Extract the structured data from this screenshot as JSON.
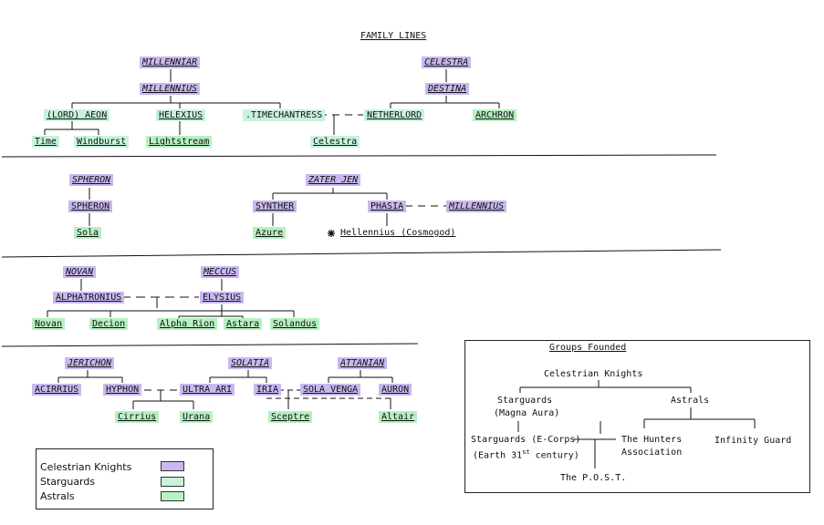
{
  "title": "FAMILY LINES",
  "colors": {
    "knight": "#c9b8f0",
    "starguard": "#c7f3dc",
    "astral": "#b7f0c2"
  },
  "section1": {
    "millenniar": "MILLENNIAR",
    "millennius": "MILLENNIUS",
    "aeon": "(LORD) AEON",
    "helexius": "HELEXIUS",
    "timechantress": ".TIMECHANTRESS",
    "time": "Time",
    "windburst": "Windburst",
    "lightstream": "Lightstream",
    "celestra_top": "CELESTRA",
    "destina": "DESTINA",
    "netherlord": "NETHERLORD",
    "archron": "ARCHRON",
    "celestra": "Celestra"
  },
  "section2": {
    "spheron_top": "SPHERON",
    "spheron": "SPHERON",
    "sola": "Sola",
    "zater_jen": "ZATER JEN",
    "synther": "SYNTHER",
    "phasia": "PHASIA",
    "millennius": "MILLENNIUS",
    "azure": "Azure",
    "hellennius": "Hellennius (Cosmogod)"
  },
  "section3": {
    "novan_top": "NOVAN",
    "alphatronius": "ALPHATRONIUS",
    "meccus": "MECCUS",
    "elysius": "ELYSIUS",
    "novan": "Novan",
    "decion": "Decion",
    "alpha_rion": "Alpha Rion",
    "astara": "Astara",
    "solandus": "Solandus"
  },
  "section4": {
    "jerichon": "JERICHON",
    "acirrius": "ACIRRIUS",
    "hyphon": "HYPHON",
    "ultra_ari": "ULTRA  ARI",
    "cirrius": "Cirrius",
    "urana": "Urana",
    "solatia": "SOLATIA",
    "iria": "IRIA",
    "attanian": "ATTANIAN",
    "sola_venga": "SOLA VENGA",
    "auron": "AURON",
    "sceptre": "Sceptre",
    "altair": "Altair"
  },
  "groups": {
    "title": "Groups Founded",
    "celestrian_knights": "Celestrian Knights",
    "starguards": "Starguards",
    "magna_aura": "(Magna Aura)",
    "astrals": "Astrals",
    "starguards_ecorps": "Starguards (E-Corps)",
    "earth_pre": "(Earth 31",
    "earth_sup": "st",
    "earth_post": " century)",
    "hunters_1": "The Hunters",
    "hunters_2": "Association",
    "infinity": "Infinity Guard",
    "post": "The P.O.S.T."
  },
  "legend": {
    "items": [
      {
        "label": "Celestrian Knights"
      },
      {
        "label": "Starguards"
      },
      {
        "label": "Astrals"
      }
    ]
  }
}
